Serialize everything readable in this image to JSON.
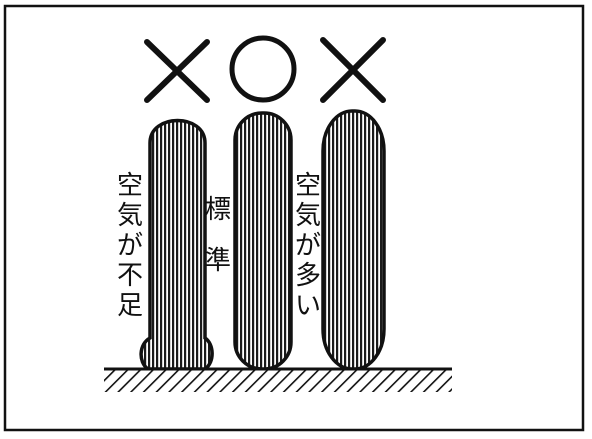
{
  "figure": {
    "marks": {
      "left": "×",
      "center": "○",
      "right": "×"
    },
    "labels": {
      "underinflated": "空気が不足",
      "standard": "標準",
      "overinflated": "空気が多い"
    },
    "tires": [
      {
        "id": "underinflated",
        "rating": "bad",
        "shape": "bulged"
      },
      {
        "id": "standard",
        "rating": "good",
        "shape": "normal"
      },
      {
        "id": "overinflated",
        "rating": "bad",
        "shape": "rounded"
      }
    ],
    "colors": {
      "ink": "#111111",
      "background": "#ffffff"
    }
  }
}
